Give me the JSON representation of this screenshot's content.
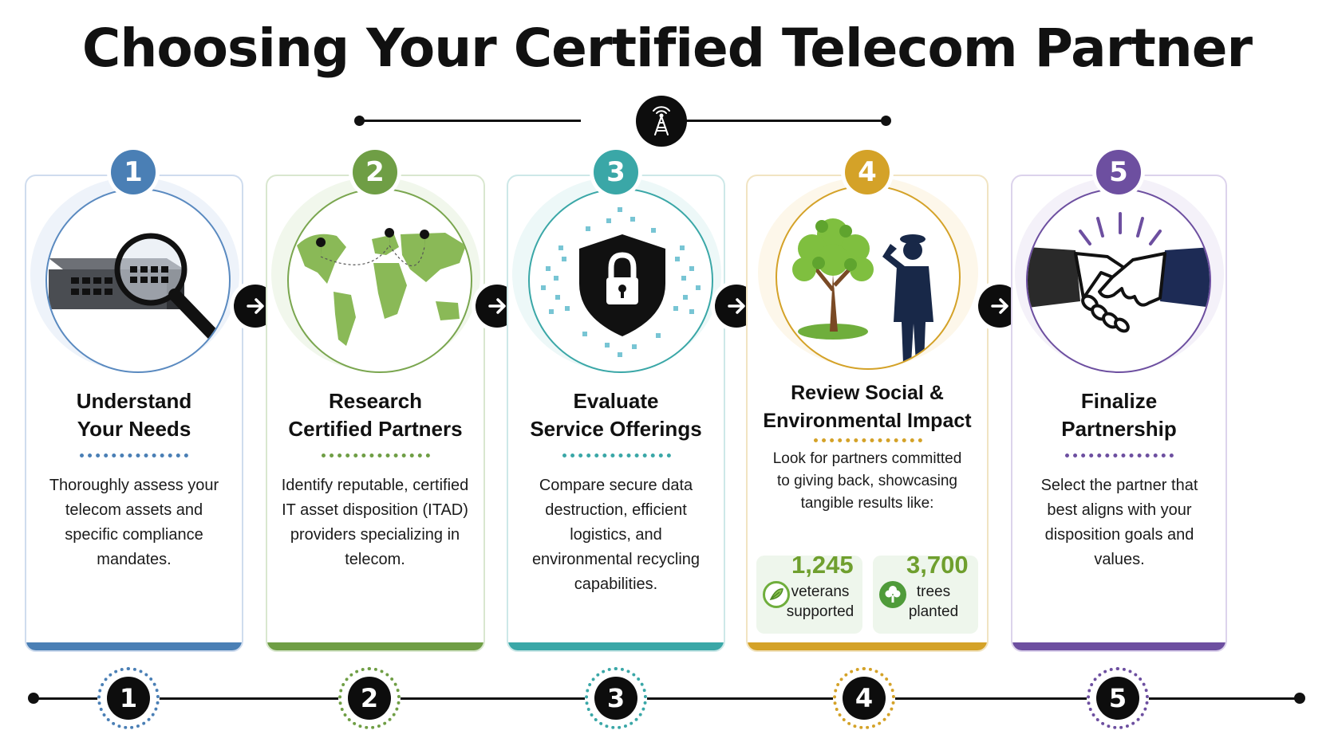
{
  "title": "Choosing Your Certified Telecom Partner",
  "colors": {
    "step1": "#4a7fb5",
    "step2": "#6f9e45",
    "step3": "#3aa7a7",
    "step4": "#d4a228",
    "step5": "#6d4fa0"
  },
  "steps": [
    {
      "number": "1",
      "heading": "Understand\nYour Needs",
      "description": "Thoroughly assess your telecom assets and specific compliance mandates.",
      "icon": "network-switch-magnifier-icon"
    },
    {
      "number": "2",
      "heading": "Research\nCertified Partners",
      "description": "Identify reputable, certified IT asset disposition (ITAD) providers specializing in telecom.",
      "icon": "world-map-pins-icon"
    },
    {
      "number": "3",
      "heading": "Evaluate\nService Offerings",
      "description": "Compare secure data destruction, efficient logistics, and environmental recycling capabilities.",
      "icon": "security-shield-lock-icon"
    },
    {
      "number": "4",
      "heading": "Review Social &\nEnvironmental Impact",
      "description": "Look for partners committed to giving back, showcasing tangible results like:",
      "icon": "tree-and-saluting-veteran-icon",
      "stats": [
        {
          "value": "1,245",
          "label": "veterans\nsupported",
          "icon": "veteran-badge-icon"
        },
        {
          "value": "3,700",
          "label": "trees\nplanted",
          "icon": "tree-icon"
        }
      ]
    },
    {
      "number": "5",
      "heading": "Finalize\nPartnership",
      "description": "Select the partner that best aligns with your disposition goals and values.",
      "icon": "handshake-icon"
    }
  ],
  "timeline": [
    "1",
    "2",
    "3",
    "4",
    "5"
  ]
}
